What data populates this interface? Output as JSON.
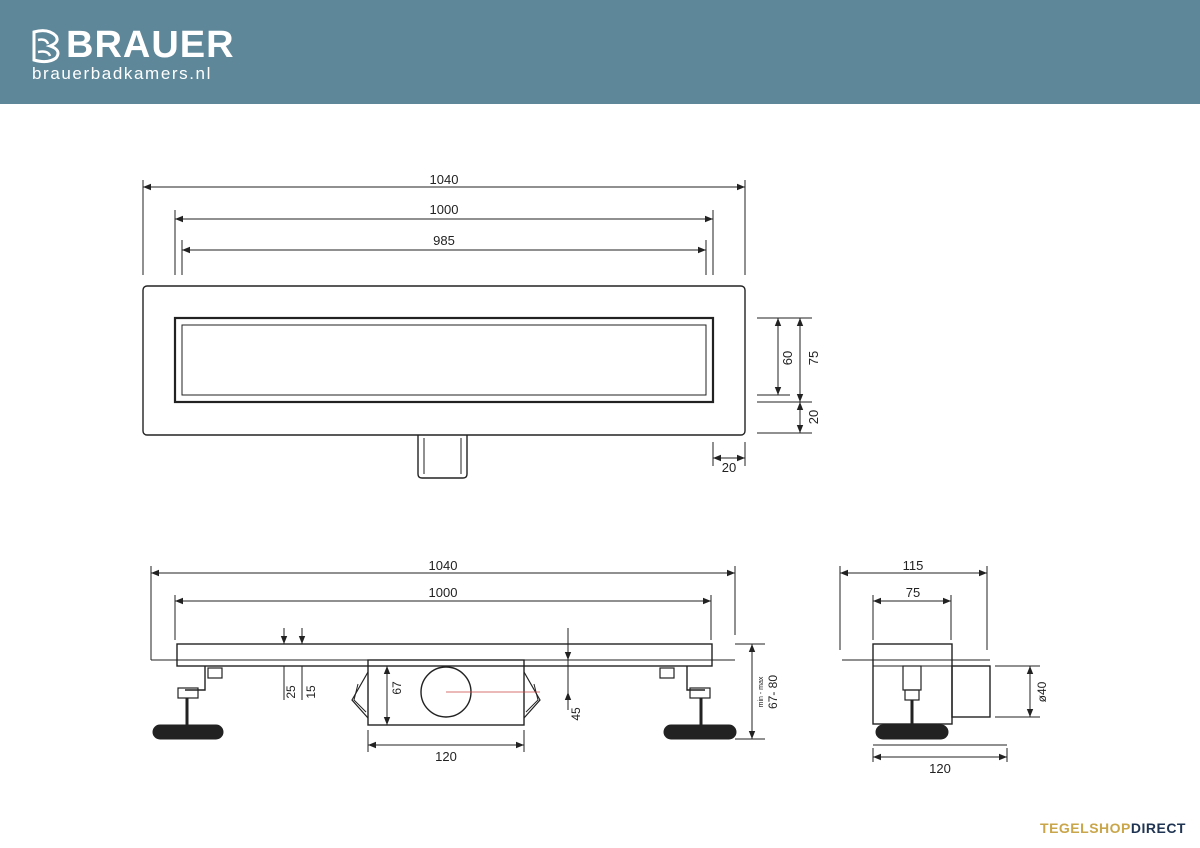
{
  "header": {
    "brand": "BRAUER",
    "website": "brauerbadkamers.nl",
    "background_color": "#5e8799",
    "logo_icon": "brauer-logo-icon"
  },
  "top_view": {
    "dim_overall_width": "1040",
    "dim_frame_width": "1000",
    "dim_grate_width": "985",
    "dim_grate_height": "60",
    "dim_total_height": "75",
    "dim_outlet_offset_v": "20",
    "dim_outlet_offset_h": "20"
  },
  "side_view": {
    "dim_overall_width": "1040",
    "dim_frame_width": "1000",
    "dim_25": "25",
    "dim_15": "15",
    "dim_67": "67",
    "dim_45": "45",
    "dim_120": "120",
    "dim_height_range": "67- 80",
    "dim_height_note": "min - max"
  },
  "end_view": {
    "dim_115": "115",
    "dim_75": "75",
    "dim_diameter": "ø40",
    "dim_120": "120"
  },
  "footer": {
    "part1": "TEGEL",
    "part2": "SHOP",
    "part3": "DIRECT",
    "color_gold": "#c9a64a",
    "color_navy": "#1f3452"
  }
}
